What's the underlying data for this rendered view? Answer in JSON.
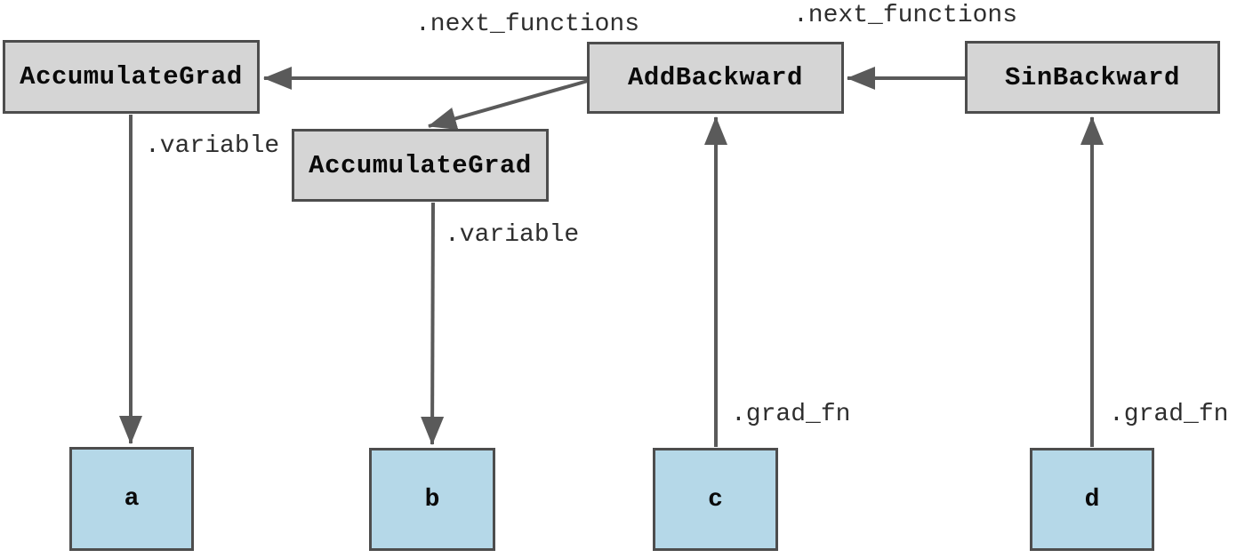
{
  "diagram": {
    "nodes": {
      "accumulate_grad_left": "AccumulateGrad",
      "accumulate_grad_mid": "AccumulateGrad",
      "add_backward": "AddBackward",
      "sin_backward": "SinBackward"
    },
    "tensors": {
      "a": "a",
      "b": "b",
      "c": "c",
      "d": "d"
    },
    "edge_labels": {
      "next_functions_left": ".next_functions",
      "next_functions_right": ".next_functions",
      "variable_left": ".variable",
      "variable_mid": ".variable",
      "grad_fn_c": ".grad_fn",
      "grad_fn_d": ".grad_fn"
    },
    "colors": {
      "background": "#ffffff",
      "function_node_fill": "#d5d5d5",
      "tensor_node_fill": "#b5d8e8",
      "node_border": "#4d4d4d",
      "arrow": "#5a5a5a",
      "edge_label_text": "#2e2e2e",
      "node_text": "#0a0a0a"
    }
  }
}
